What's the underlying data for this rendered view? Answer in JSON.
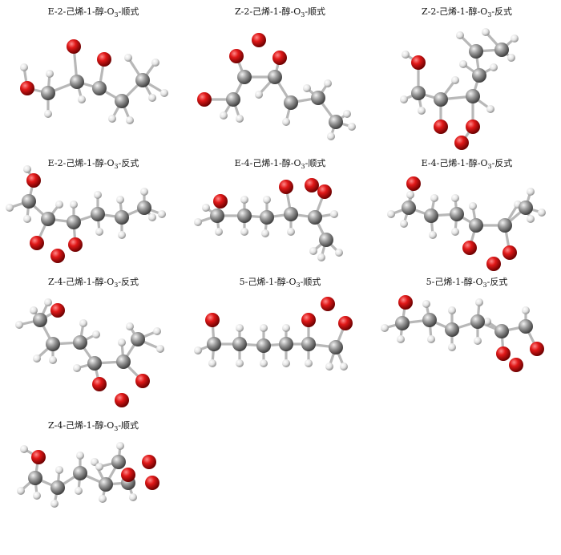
{
  "panels": [
    {
      "title_pre": "E-2-己烯-1-醇-O",
      "title_sub": "3",
      "title_post": "-顺式"
    },
    {
      "title_pre": "Z-2-己烯-1-醇-O",
      "title_sub": "3",
      "title_post": "-顺式"
    },
    {
      "title_pre": "Z-2-己烯-1-醇-O",
      "title_sub": "3",
      "title_post": "-反式"
    },
    {
      "title_pre": "E-2-己烯-1-醇-O",
      "title_sub": "3",
      "title_post": "-反式"
    },
    {
      "title_pre": "E-4-己烯-1-醇-O",
      "title_sub": "3",
      "title_post": "-顺式"
    },
    {
      "title_pre": "E-4-己烯-1-醇-O",
      "title_sub": "3",
      "title_post": "-反式"
    },
    {
      "title_pre": "Z-4-己烯-1-醇-O",
      "title_sub": "3",
      "title_post": "-反式"
    },
    {
      "title_pre": "5-己烯-1-醇-O",
      "title_sub": "3",
      "title_post": "-顺式"
    },
    {
      "title_pre": "5-己烯-1-醇-O",
      "title_sub": "3",
      "title_post": "-反式"
    },
    {
      "title_pre": "Z-4-己烯-1-醇-O",
      "title_sub": "3",
      "title_post": "-顺式"
    }
  ],
  "colors": {
    "carbon": "#7d7d7d",
    "oxygen": "#d40f0f",
    "hydrogen": "#e9e9e9",
    "bond": "#b8b8b8"
  }
}
